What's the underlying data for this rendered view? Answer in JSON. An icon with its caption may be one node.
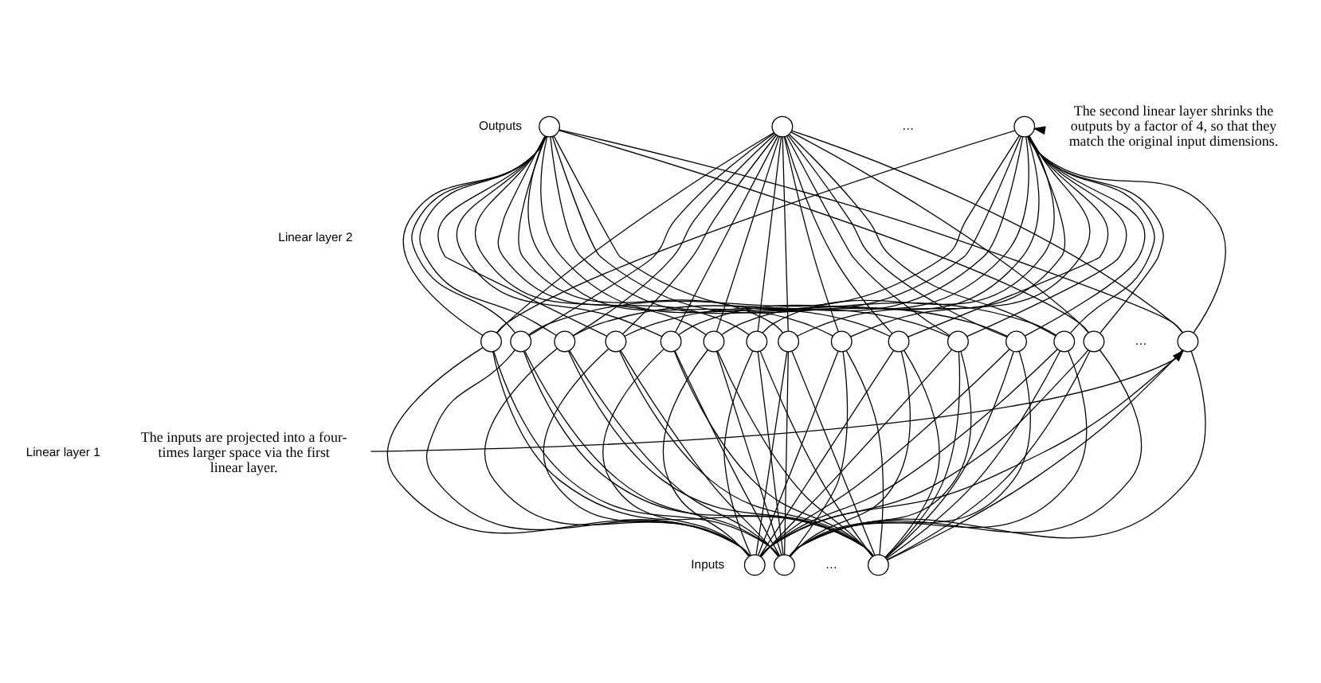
{
  "diagram": {
    "nodes": [
      {
        "text": [],
        "shape": "circle"
      },
      {
        "text": [],
        "shape": "circle"
      },
      {
        "text": [],
        "shape": "circle"
      },
      {
        "text": [
          "The second linear layer shrinks the outputs by a factor of 4, so that they match the original input dimensions."
        ]
      },
      {
        "text": [],
        "shape": "circle"
      },
      {
        "text": [],
        "shape": "circle"
      },
      {
        "text": [],
        "shape": "circle"
      },
      {
        "text": [],
        "shape": "circle"
      },
      {
        "text": [],
        "shape": "circle"
      },
      {
        "text": [],
        "shape": "circle"
      },
      {
        "text": [],
        "shape": "circle"
      },
      {
        "text": [],
        "shape": "circle"
      },
      {
        "text": [],
        "shape": "circle"
      },
      {
        "text": [],
        "shape": "circle"
      },
      {
        "text": [],
        "shape": "circle"
      },
      {
        "text": [],
        "shape": "circle"
      },
      {
        "text": [],
        "shape": "circle"
      },
      {
        "text": [],
        "shape": "circle"
      },
      {
        "text": [],
        "shape": "circle"
      },
      {
        "text": [
          "The inputs are projected into a four-times larger space via the first linear layer."
        ]
      },
      {
        "text": [],
        "shape": "circle"
      },
      {
        "text": [],
        "shape": "circle"
      },
      {
        "text": [],
        "shape": "circle"
      }
    ],
    "edges": [
      {
        "from": 20,
        "to": 4,
        "arrow": "none"
      },
      {
        "from": 20,
        "to": 5,
        "arrow": "none"
      },
      {
        "from": 20,
        "to": 6,
        "arrow": "none"
      },
      {
        "from": 20,
        "to": 7,
        "arrow": "none"
      },
      {
        "from": 20,
        "to": 8,
        "arrow": "none"
      },
      {
        "from": 20,
        "to": 9,
        "arrow": "none"
      },
      {
        "from": 20,
        "to": 10,
        "arrow": "none"
      },
      {
        "from": 20,
        "to": 11,
        "arrow": "none"
      },
      {
        "from": 20,
        "to": 12,
        "arrow": "none"
      },
      {
        "from": 20,
        "to": 13,
        "arrow": "none"
      },
      {
        "from": 20,
        "to": 14,
        "arrow": "none"
      },
      {
        "from": 20,
        "to": 15,
        "arrow": "none"
      },
      {
        "from": 20,
        "to": 16,
        "arrow": "none"
      },
      {
        "from": 20,
        "to": 17,
        "arrow": "none"
      },
      {
        "from": 20,
        "to": 18,
        "arrow": "none"
      },
      {
        "from": 21,
        "to": 4,
        "arrow": "none"
      },
      {
        "from": 21,
        "to": 5,
        "arrow": "none"
      },
      {
        "from": 21,
        "to": 6,
        "arrow": "none"
      },
      {
        "from": 21,
        "to": 7,
        "arrow": "none"
      },
      {
        "from": 21,
        "to": 8,
        "arrow": "none"
      },
      {
        "from": 21,
        "to": 9,
        "arrow": "none"
      },
      {
        "from": 21,
        "to": 10,
        "arrow": "none"
      },
      {
        "from": 21,
        "to": 11,
        "arrow": "none"
      },
      {
        "from": 21,
        "to": 12,
        "arrow": "none"
      },
      {
        "from": 21,
        "to": 13,
        "arrow": "none"
      },
      {
        "from": 21,
        "to": 14,
        "arrow": "none"
      },
      {
        "from": 21,
        "to": 15,
        "arrow": "none"
      },
      {
        "from": 21,
        "to": 16,
        "arrow": "none"
      },
      {
        "from": 21,
        "to": 17,
        "arrow": "none"
      },
      {
        "from": 21,
        "to": 18,
        "arrow": "none"
      },
      {
        "from": 22,
        "to": 4,
        "arrow": "none"
      },
      {
        "from": 22,
        "to": 5,
        "arrow": "none"
      },
      {
        "from": 22,
        "to": 6,
        "arrow": "none"
      },
      {
        "from": 22,
        "to": 7,
        "arrow": "none"
      },
      {
        "from": 22,
        "to": 8,
        "arrow": "none"
      },
      {
        "from": 22,
        "to": 9,
        "arrow": "none"
      },
      {
        "from": 22,
        "to": 10,
        "arrow": "none"
      },
      {
        "from": 22,
        "to": 11,
        "arrow": "none"
      },
      {
        "from": 22,
        "to": 12,
        "arrow": "none"
      },
      {
        "from": 22,
        "to": 13,
        "arrow": "none"
      },
      {
        "from": 22,
        "to": 14,
        "arrow": "none"
      },
      {
        "from": 22,
        "to": 15,
        "arrow": "none"
      },
      {
        "from": 22,
        "to": 16,
        "arrow": "none"
      },
      {
        "from": 22,
        "to": 17,
        "arrow": "none"
      },
      {
        "from": 22,
        "to": 18,
        "arrow": "none"
      },
      {
        "from": 4,
        "to": 0,
        "arrow": "none"
      },
      {
        "from": 4,
        "to": 1,
        "arrow": "none"
      },
      {
        "from": 4,
        "to": 2,
        "arrow": "none"
      },
      {
        "from": 5,
        "to": 0,
        "arrow": "none"
      },
      {
        "from": 5,
        "to": 1,
        "arrow": "none"
      },
      {
        "from": 5,
        "to": 2,
        "arrow": "none"
      },
      {
        "from": 6,
        "to": 0,
        "arrow": "none"
      },
      {
        "from": 6,
        "to": 1,
        "arrow": "none"
      },
      {
        "from": 6,
        "to": 2,
        "arrow": "none"
      },
      {
        "from": 7,
        "to": 0,
        "arrow": "none"
      },
      {
        "from": 7,
        "to": 1,
        "arrow": "none"
      },
      {
        "from": 7,
        "to": 2,
        "arrow": "none"
      },
      {
        "from": 8,
        "to": 0,
        "arrow": "none"
      },
      {
        "from": 8,
        "to": 1,
        "arrow": "none"
      },
      {
        "from": 8,
        "to": 2,
        "arrow": "none"
      },
      {
        "from": 9,
        "to": 0,
        "arrow": "none"
      },
      {
        "from": 9,
        "to": 1,
        "arrow": "none"
      },
      {
        "from": 9,
        "to": 2,
        "arrow": "none"
      },
      {
        "from": 10,
        "to": 0,
        "arrow": "none"
      },
      {
        "from": 10,
        "to": 1,
        "arrow": "none"
      },
      {
        "from": 10,
        "to": 2,
        "arrow": "none"
      },
      {
        "from": 11,
        "to": 0,
        "arrow": "none"
      },
      {
        "from": 11,
        "to": 1,
        "arrow": "none"
      },
      {
        "from": 11,
        "to": 2,
        "arrow": "none"
      },
      {
        "from": 12,
        "to": 0,
        "arrow": "none"
      },
      {
        "from": 12,
        "to": 1,
        "arrow": "none"
      },
      {
        "from": 12,
        "to": 2,
        "arrow": "none"
      },
      {
        "from": 13,
        "to": 0,
        "arrow": "none"
      },
      {
        "from": 13,
        "to": 1,
        "arrow": "none"
      },
      {
        "from": 13,
        "to": 2,
        "arrow": "none"
      },
      {
        "from": 14,
        "to": 0,
        "arrow": "none"
      },
      {
        "from": 14,
        "to": 1,
        "arrow": "none"
      },
      {
        "from": 14,
        "to": 2,
        "arrow": "none"
      },
      {
        "from": 15,
        "to": 0,
        "arrow": "none"
      },
      {
        "from": 15,
        "to": 1,
        "arrow": "none"
      },
      {
        "from": 15,
        "to": 2,
        "arrow": "none"
      },
      {
        "from": 16,
        "to": 0,
        "arrow": "none"
      },
      {
        "from": 16,
        "to": 1,
        "arrow": "none"
      },
      {
        "from": 16,
        "to": 2,
        "arrow": "none"
      },
      {
        "from": 17,
        "to": 0,
        "arrow": "none"
      },
      {
        "from": 17,
        "to": 1,
        "arrow": "none"
      },
      {
        "from": 17,
        "to": 2,
        "arrow": "none"
      },
      {
        "from": 18,
        "to": 0,
        "arrow": "none"
      },
      {
        "from": 18,
        "to": 1,
        "arrow": "none"
      },
      {
        "from": 18,
        "to": 2,
        "arrow": "none"
      },
      {
        "from": 3,
        "to": 2,
        "arrow": "to"
      },
      {
        "from": 19,
        "to": 18,
        "arrow": "to"
      }
    ],
    "labels": [
      "Outputs",
      "…",
      "Linear layer 2",
      "…",
      "Linear layer 1",
      "Inputs",
      "…"
    ]
  }
}
